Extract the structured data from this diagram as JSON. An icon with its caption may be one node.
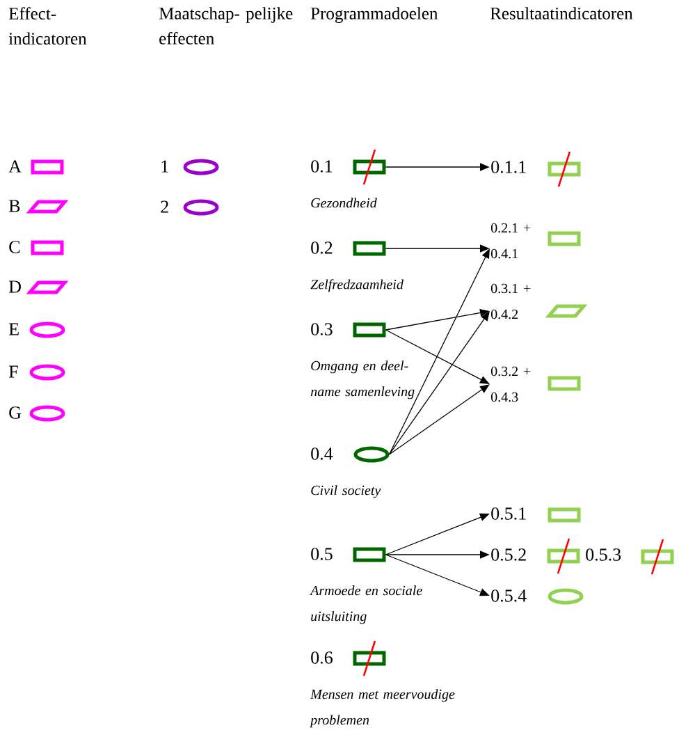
{
  "diagram": {
    "nodes": [
      {
        "text": [],
        "shape": "box",
        "beside": [
          "A"
        ]
      },
      {
        "text": [],
        "shape": "parallelogram",
        "beside": [
          "B"
        ]
      },
      {
        "text": [],
        "shape": "box",
        "beside": [
          "C"
        ]
      },
      {
        "text": [],
        "shape": "parallelogram",
        "beside": [
          "D"
        ]
      },
      {
        "text": [],
        "shape": "ellipse",
        "beside": [
          "E"
        ]
      },
      {
        "text": [],
        "shape": "ellipse",
        "beside": [
          "F"
        ]
      },
      {
        "text": [],
        "shape": "ellipse",
        "beside": [
          "G"
        ]
      },
      {
        "text": [],
        "shape": "ellipse",
        "beside": [
          "1"
        ]
      },
      {
        "text": [],
        "shape": "ellipse",
        "beside": [
          "2"
        ]
      },
      {
        "text": [],
        "shape": "box",
        "beside": [
          "0.1",
          "Gezondheid"
        ]
      },
      {
        "text": [
          "0.1.1"
        ]
      },
      {
        "text": [],
        "shape": "box"
      },
      {
        "text": [],
        "shape": "box",
        "beside": [
          "0.2",
          "Zelfredzaamheid"
        ]
      },
      {
        "text": [
          "0.2.1 + 0.4.1"
        ]
      },
      {
        "text": [],
        "shape": "box"
      },
      {
        "text": [],
        "shape": "box",
        "beside": [
          "0.3",
          "Omgang en deel- name samenleving"
        ]
      },
      {
        "text": [
          "0.3.1 + 0.4.2"
        ]
      },
      {
        "text": [],
        "shape": "parallelogram"
      },
      {
        "text": [
          "0.3.2 + 0.4.3"
        ]
      },
      {
        "text": [],
        "shape": "box"
      },
      {
        "text": [],
        "shape": "ellipse",
        "beside": [
          "0.4",
          "Civil society"
        ]
      },
      {
        "text": [],
        "shape": "box",
        "beside": [
          "0.5",
          "Armoede en sociale uitsluiting"
        ]
      },
      {
        "text": [
          "0.5.1"
        ]
      },
      {
        "text": [],
        "shape": "box"
      },
      {
        "text": [
          "0.5.2"
        ]
      },
      {
        "text": [],
        "shape": "box"
      },
      {
        "text": [
          "0.5.3"
        ]
      },
      {
        "text": [],
        "shape": "box"
      },
      {
        "text": [
          "0.5.4"
        ]
      },
      {
        "text": [],
        "shape": "ellipse"
      },
      {
        "text": [],
        "shape": "box",
        "beside": [
          "0.6",
          "Mensen met meervoudige problemen"
        ]
      }
    ],
    "edges": [
      {
        "from": 9,
        "to": 10,
        "arrow": "to"
      },
      {
        "from": 12,
        "to": 13,
        "arrow": "to"
      },
      {
        "from": 15,
        "to": 16,
        "arrow": "to"
      },
      {
        "from": 15,
        "to": 18,
        "arrow": "to"
      },
      {
        "from": 20,
        "to": 13,
        "arrow": "to"
      },
      {
        "from": 20,
        "to": 16,
        "arrow": "to"
      },
      {
        "from": 20,
        "to": 18,
        "arrow": "to"
      },
      {
        "from": 21,
        "to": 22,
        "arrow": "to"
      },
      {
        "from": 21,
        "to": 24,
        "arrow": "to"
      },
      {
        "from": 21,
        "to": 28,
        "arrow": "to"
      }
    ],
    "labels": [
      "Effect- indicatoren",
      "Maatschap- pelijke effecten",
      "Programmadoelen",
      "Resultaatindicatoren"
    ]
  }
}
